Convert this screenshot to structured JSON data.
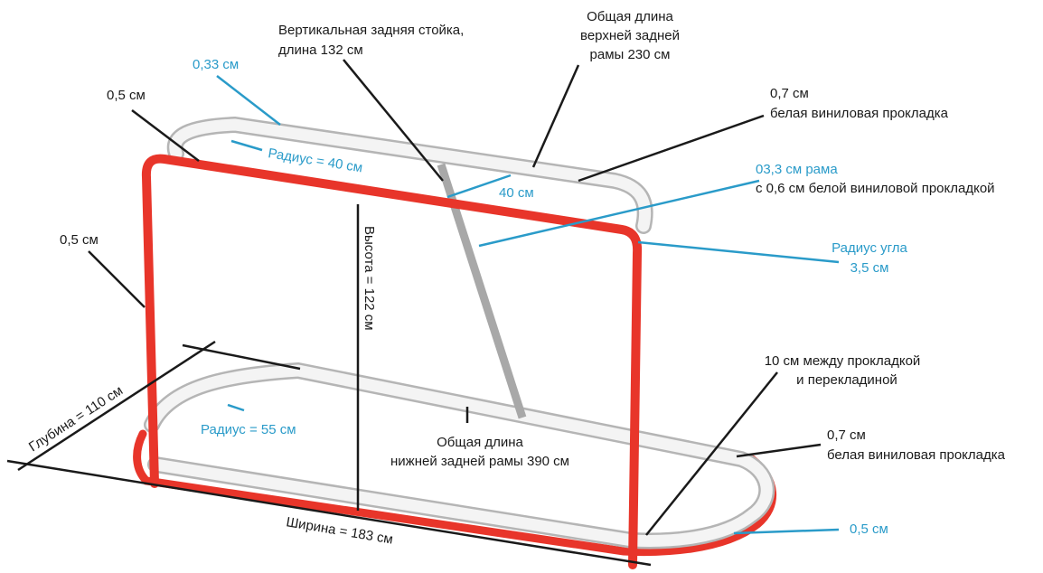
{
  "colors": {
    "frame": "#e8352a",
    "frame_dark": "#b91e16",
    "pad": "#f4f4f4",
    "pad_outline": "#b5b5b5",
    "post": "#a8a8a8",
    "callout_black": "#1a1a1a",
    "callout_blue": "#2a9bc9"
  },
  "labels": {
    "vertical_back_post_1": "Вертикальная задняя стойка,",
    "vertical_back_post_2": "длина 132 см",
    "top_back_frame_1": "Общая длина",
    "top_back_frame_2": "верхней задней",
    "top_back_frame_3": "рамы 230 см",
    "tube_033": "0,33 см",
    "tube_05_top": "0,5 см",
    "radius_40": "Радиус = 40 см",
    "val_40": "40 см",
    "pad_07_top_1": "0,7 см",
    "pad_07_top_2": "белая виниловая прокладка",
    "frame_033_1": "03,3 см  рама",
    "frame_033_2": "с 0,6 см белой виниловой прокладкой",
    "corner_radius_1": "Радиус угла",
    "corner_radius_2": "3,5 см",
    "tube_05_left": "0,5 см",
    "height": "Высота = 122 см",
    "depth": "Глубина = 110 см",
    "radius_55": "Радиус = 55 см",
    "bottom_back_frame_1": "Общая длина",
    "bottom_back_frame_2": "нижней задней рамы 390 см",
    "gap_10_1": "10 см между прокладкой",
    "gap_10_2": "и перекладиной",
    "pad_07_bottom_1": "0,7 см",
    "pad_07_bottom_2": "белая виниловая прокладка",
    "tube_05_bottom": "0,5 см",
    "width": "Ширина = 183 см"
  }
}
